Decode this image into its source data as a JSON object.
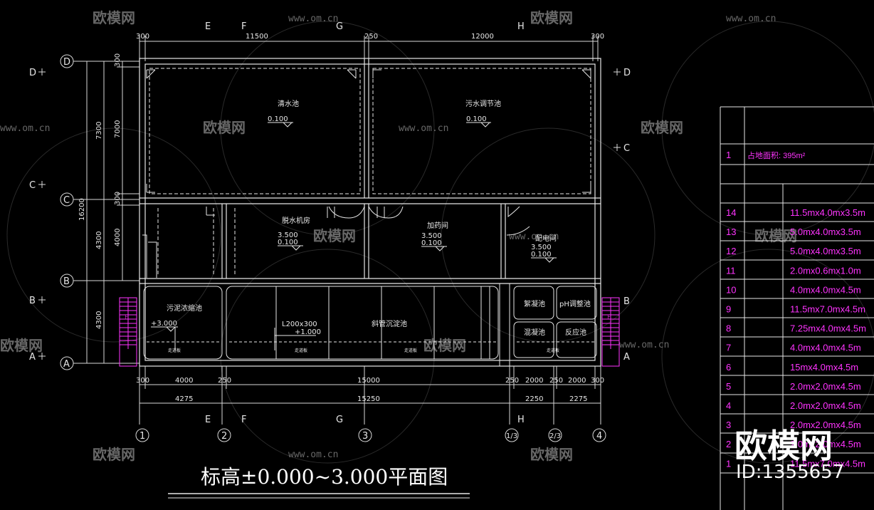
{
  "drawing": {
    "title": "标高±0.000~3.000平面图",
    "rooms": {
      "clear_water": "清水池",
      "sewage_adjust": "污水调节池",
      "dewater_room": "脱水机房",
      "dosing_room": "加药间",
      "electrical_room": "配电间",
      "sludge_tank": "污泥浓缩池",
      "sloped_settle": "斜管沉淀池",
      "flocc": "絮凝池",
      "ph_adjust": "pH调整池",
      "mix": "混凝池",
      "reaction": "反应池"
    },
    "elevations": {
      "clear_water": "0.100",
      "sewage_adjust": "0.100",
      "dewater_top": "3.500",
      "dewater": "0.100",
      "dosing_top": "3.500",
      "dosing": "0.100",
      "elec_top": "3.500",
      "elec": "0.100",
      "sludge": "+3.000",
      "beam": "L200x300",
      "beam_note": "+1.000"
    },
    "corridor": "走道板",
    "stair": "上",
    "top_dims": [
      "300",
      "11500",
      "250",
      "12000",
      "300"
    ],
    "left_dims": [
      "7300",
      "4300",
      "4300",
      "16200"
    ],
    "left_inner_dims": [
      "300",
      "7000",
      "300",
      "4000"
    ],
    "bottom_dims1": [
      "300",
      "4000",
      "250",
      "15000",
      "250",
      "2000",
      "250",
      "2000",
      "300"
    ],
    "bottom_dims2": [
      "4275",
      "15250",
      "2250",
      "2275"
    ],
    "grid_rows": [
      "D",
      "C",
      "B",
      "A"
    ],
    "grid_cols": [
      "1",
      "2",
      "3",
      "1/3",
      "2/3",
      "4"
    ],
    "grid_letters": [
      "E",
      "F",
      "G",
      "H"
    ]
  },
  "table": {
    "area_row": {
      "no": "1",
      "text": "占地面积: 395m²"
    },
    "rows": [
      {
        "no": "14",
        "size": "11.5mx4.0mx3.5m"
      },
      {
        "no": "13",
        "size": "5.0mx4.0mx3.5m"
      },
      {
        "no": "12",
        "size": "5.0mx4.0mx3.5m"
      },
      {
        "no": "11",
        "size": "2.0mx0.6mx1.0m"
      },
      {
        "no": "10",
        "size": "4.0mx4.0mx4.5m"
      },
      {
        "no": "9",
        "size": "11.5mx7.0mx4.5m"
      },
      {
        "no": "8",
        "size": "7.25mx4.0mx4.5m"
      },
      {
        "no": "7",
        "size": "4.0mx4.0mx4.5m"
      },
      {
        "no": "6",
        "size": "15mx4.0mx4.5m"
      },
      {
        "no": "5",
        "size": "2.0mx2.0mx4.5m"
      },
      {
        "no": "4",
        "size": "2.0mx2.0mx4.5m"
      },
      {
        "no": "3",
        "size": "2.0mx2.0mx4.5m"
      },
      {
        "no": "2",
        "size": "2.0mx2.0mx4.5m"
      },
      {
        "no": "1",
        "size": "11.5mx7.0mx4.5m"
      }
    ]
  },
  "watermark": {
    "brand": "欧模网",
    "url": "www.om.cn",
    "id": "ID:1355657"
  }
}
